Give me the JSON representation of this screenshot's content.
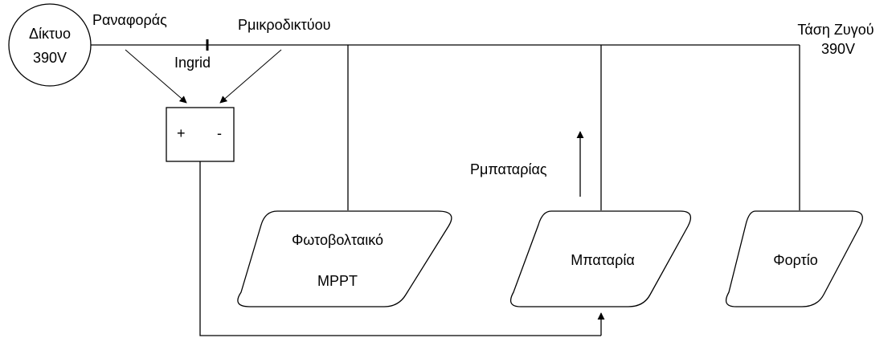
{
  "grid_node": {
    "line1": "Δίκτυο",
    "line2": "390V"
  },
  "labels": {
    "reference": "Ραναφοράς",
    "microgrid": "Ρμικροδικτύου",
    "ingrid": "Ingrid",
    "bus_voltage_line1": "Τάση Ζυγού",
    "bus_voltage_line2": "390V",
    "battery_power": "Ρμπαταρίας"
  },
  "comparator": {
    "plus": "+",
    "minus": "-"
  },
  "blocks": {
    "pv": {
      "line1": "Φωτοβολταικό",
      "line2": "MPPT"
    },
    "battery": {
      "label": "Μπαταρία"
    },
    "load": {
      "label": "Φορτίο"
    }
  }
}
